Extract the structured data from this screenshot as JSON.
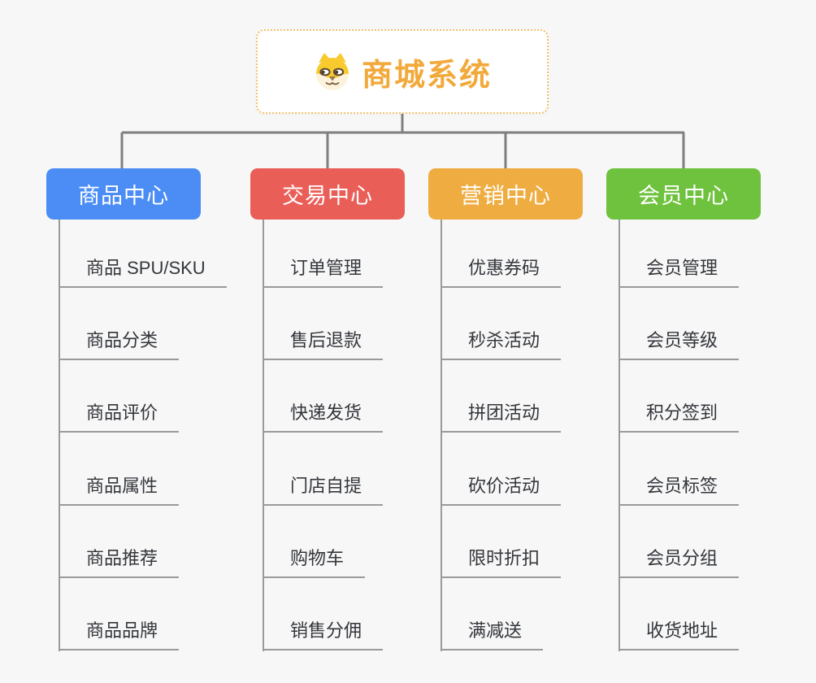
{
  "root": {
    "title": "商城系统",
    "icon": "shiba-dog-icon"
  },
  "branches": [
    {
      "label": "商品中心",
      "color": "#4b8df5",
      "items": [
        "商品 SPU/SKU",
        "商品分类",
        "商品评价",
        "商品属性",
        "商品推荐",
        "商品品牌"
      ]
    },
    {
      "label": "交易中心",
      "color": "#ea5e58",
      "items": [
        "订单管理",
        "售后退款",
        "快递发货",
        "门店自提",
        "购物车",
        "销售分佣"
      ]
    },
    {
      "label": "营销中心",
      "color": "#efac41",
      "items": [
        "优惠券码",
        "秒杀活动",
        "拼团活动",
        "砍价活动",
        "限时折扣",
        "满减送"
      ]
    },
    {
      "label": "会员中心",
      "color": "#6fc23d",
      "items": [
        "会员管理",
        "会员等级",
        "积分签到",
        "会员标签",
        "会员分组",
        "收货地址"
      ]
    }
  ],
  "colors": {
    "background": "#f7f7f7",
    "connector": "#7f7f7f",
    "leaf_line": "#9a9a9a",
    "leaf_text": "#33363b",
    "node_text": "#ffffff",
    "root_border": "#f3c06b",
    "root_title": "#f2a93b"
  }
}
